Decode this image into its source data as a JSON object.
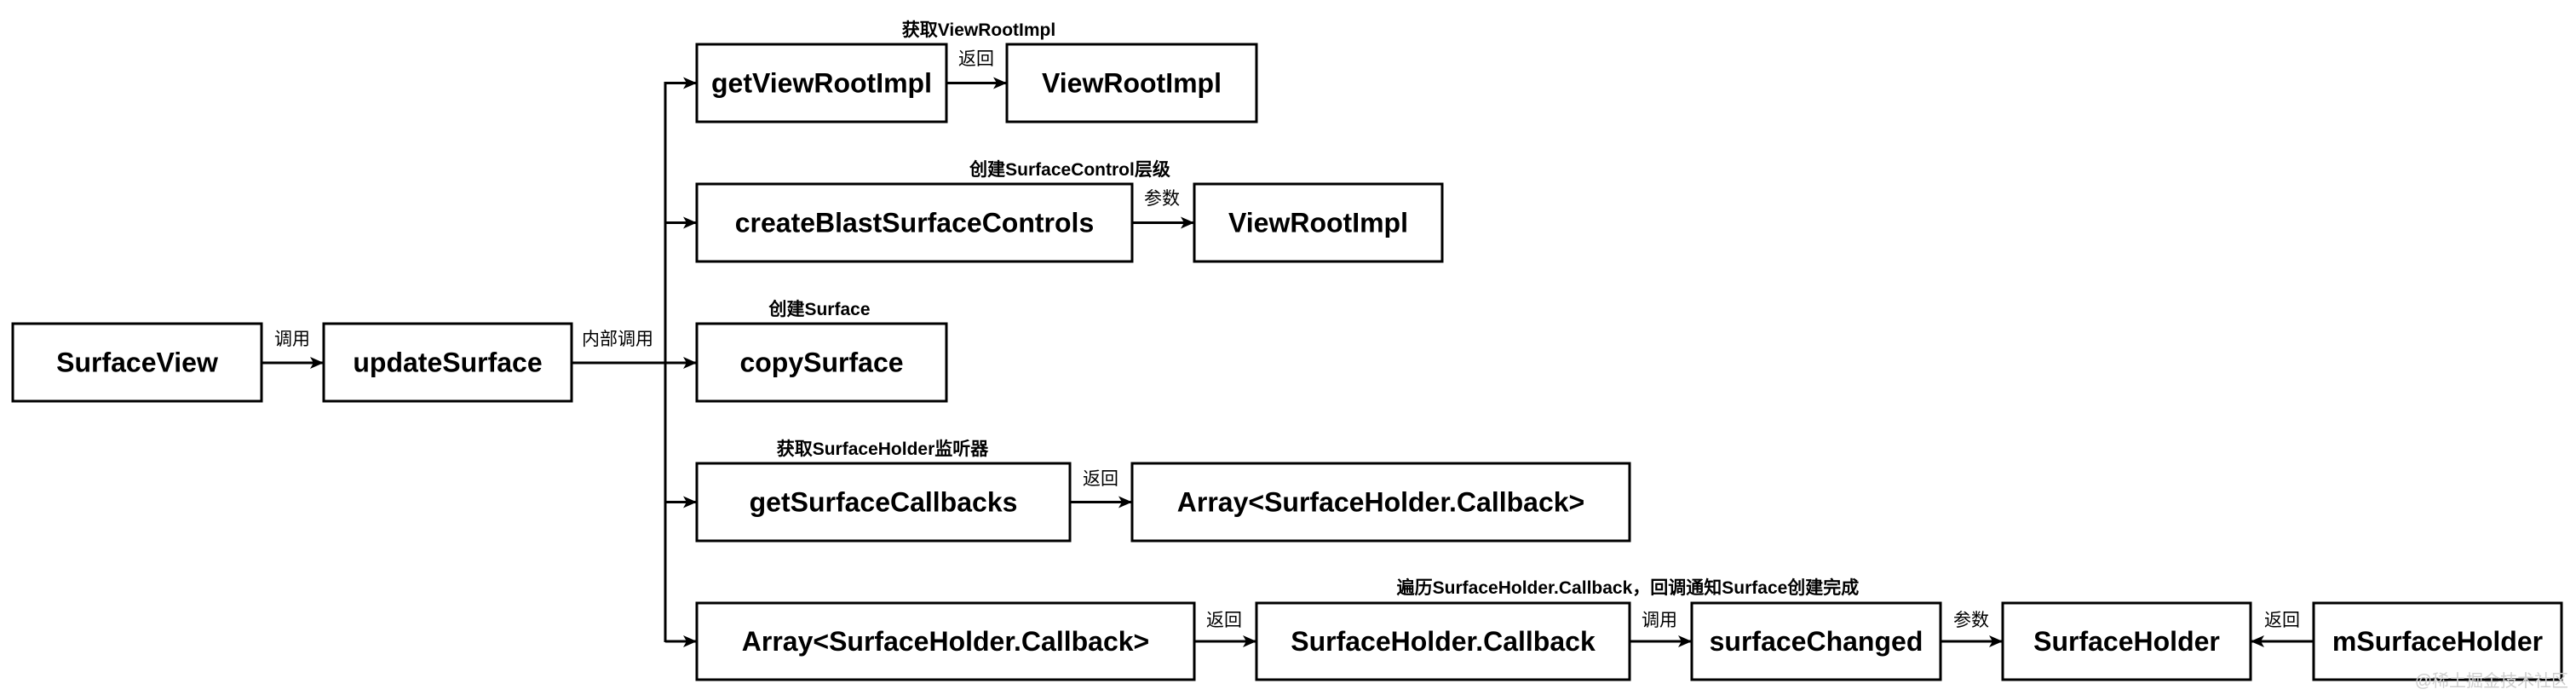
{
  "diagram": {
    "nodes": {
      "surface_view": "SurfaceView",
      "update_surface": "updateSurface",
      "get_view_root_impl": "getViewRootImpl",
      "view_root_impl_1": "ViewRootImpl",
      "create_blast_surface_controls": "createBlastSurfaceControls",
      "view_root_impl_2": "ViewRootImpl",
      "copy_surface": "copySurface",
      "get_surface_callbacks": "getSurfaceCallbacks",
      "callback_array_1": "Array<SurfaceHolder.Callback>",
      "callback_array_2": "Array<SurfaceHolder.Callback>",
      "surface_holder_callback": "SurfaceHolder.Callback",
      "surface_changed": "surfaceChanged",
      "surface_holder": "SurfaceHolder",
      "m_surface_holder": "mSurfaceHolder"
    },
    "edge_labels": {
      "surface_view_to_update_surface": "调用",
      "update_surface_internal": "内部调用",
      "get_view_root_impl_return": "返回",
      "create_blast_param": "参数",
      "get_surface_callbacks_return": "返回",
      "callback_array_return": "返回",
      "callback_call": "调用",
      "surface_changed_param": "参数",
      "m_surface_holder_return": "返回"
    },
    "annotations": {
      "get_view_root_impl": "获取ViewRootImpl",
      "create_surface_control": "创建SurfaceControl层级",
      "create_surface": "创建Surface",
      "get_surface_holder_listener": "获取SurfaceHolder监听器",
      "iterate_callbacks": "遍历SurfaceHolder.Callback，回调通知Surface创建完成"
    },
    "colors": {
      "stroke": "#000000",
      "fill": "#ffffff",
      "background": "#ffffff"
    }
  },
  "watermark": "@稀土掘金技术社区"
}
